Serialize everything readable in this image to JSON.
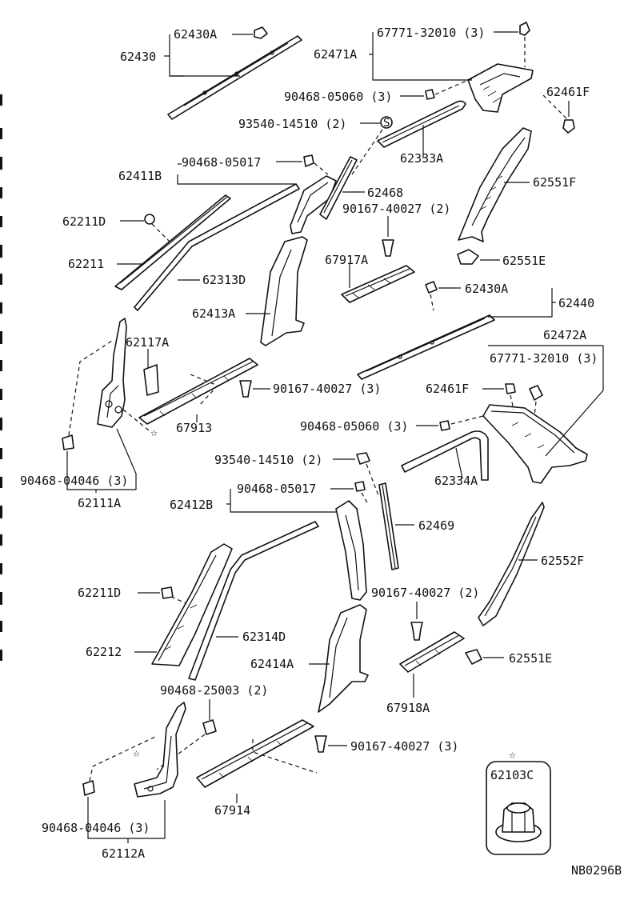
{
  "diagram_code": "NB0296B",
  "labels": {
    "p62430A_top": "62430A",
    "p62430": "62430",
    "p67771_top": "67771-32010 (3)",
    "p62471A": "62471A",
    "p90468_05060_top": "90468-05060 (3)",
    "p62461F_top": "62461F",
    "p93540_top": "93540-14510 (2)",
    "p62333A": "62333A",
    "p90468_05017_top": "90468-05017",
    "p62411B": "62411B",
    "p62468": "62468",
    "p62551F": "62551F",
    "p62211D_top": "62211D",
    "p90167_top": "90167-40027 (2)",
    "p62211": "62211",
    "p67917A": "67917A",
    "p62551E_top": "62551E",
    "p62313D": "62313D",
    "p62430A_mid": "62430A",
    "p62440": "62440",
    "p62413A": "62413A",
    "p62117A": "62117A",
    "p62472A": "62472A",
    "p67771_mid": "67771-32010 (3)",
    "p90167_mid": "90167-40027 (3)",
    "p62461F_mid": "62461F",
    "p67913": "67913",
    "p90468_05060_mid": "90468-05060 (3)",
    "p90468_04046_top": "90468-04046 (3)",
    "p62111A": "62111A",
    "p93540_mid": "93540-14510 (2)",
    "p62334A": "62334A",
    "p62412B": "62412B",
    "p90468_05017_mid": "90468-05017",
    "p62469": "62469",
    "p62552F": "62552F",
    "p62211D_low": "62211D",
    "p90167_low": "90167-40027 (2)",
    "p62314D": "62314D",
    "p62212": "62212",
    "p62551E_low": "62551E",
    "p62414A": "62414A",
    "p67918A": "67918A",
    "p90468_25003": "90468-25003 (2)",
    "p90167_bottom": "90167-40027 (3)",
    "p62103C": "62103C",
    "p90468_04046_low": "90468-04046 (3)",
    "p67914": "67914",
    "p62112A": "62112A"
  },
  "star_symbol": "☆"
}
